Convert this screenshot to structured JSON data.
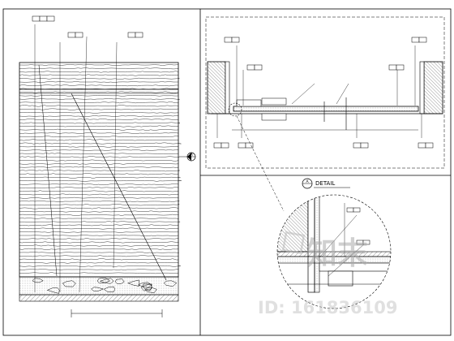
{
  "elevation": {
    "top_tag": [
      "",
      "",
      ""
    ],
    "tags": [
      {
        "a": "",
        "b": ""
      },
      {
        "a": "",
        "b": ""
      }
    ],
    "bottom_dim": "",
    "side_dim": "",
    "center_mark": ""
  },
  "plan_detail": {
    "tags_top_left": {
      "a": "",
      "b": ""
    },
    "tags_top_right": {
      "a": "",
      "b": ""
    },
    "tags_mid_left": {
      "a": "",
      "b": ""
    },
    "tags_mid_right": {
      "a": "",
      "b": ""
    },
    "tags_bottom": [
      {
        "a": "",
        "b": ""
      },
      {
        "a": "",
        "b": ""
      },
      {
        "a": "",
        "b": ""
      },
      {
        "a": "",
        "b": ""
      }
    ],
    "center_dim": ""
  },
  "callout": {
    "letter": "A"
  },
  "detail_header": {
    "letter": "A",
    "title": "DETAIL",
    "scale": ""
  },
  "watermark": {
    "logo_text": "知末",
    "id_text": "ID: 161836109"
  }
}
